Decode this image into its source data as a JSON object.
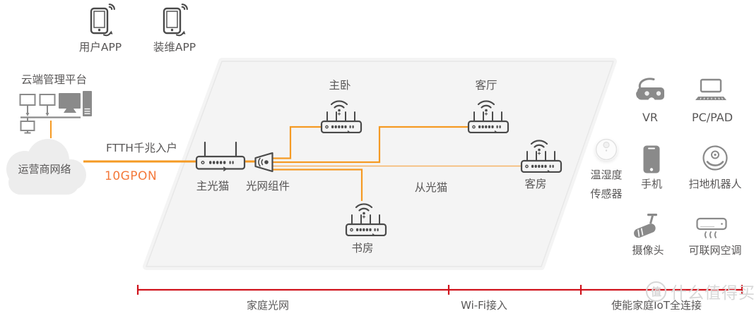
{
  "colors": {
    "accent_orange": "#F59A23",
    "orange_light_line": "#F6B266",
    "orange_text": "#F4793B",
    "bracket_red": "#D0121B",
    "text_gray": "#595757",
    "icon_gray": "#8A8A8A",
    "icon_dark": "#4A4A4A",
    "panel_gray": "#F4F4F4",
    "cloud_gray": "#EDEDED",
    "watermark_gray": "#D7D7D7"
  },
  "apps": {
    "user": {
      "label": "用户APP"
    },
    "installer": {
      "label": "装维APP"
    }
  },
  "cloud_platform": {
    "label": "云端管理平台"
  },
  "operator_network": {
    "label": "运营商网络"
  },
  "access": {
    "ftth_label": "FTTH千兆入户",
    "pon_label": "10GPON"
  },
  "home": {
    "main_modem": "主光猫",
    "splitter": "光网组件",
    "slave_modem": "从光猫",
    "rooms": {
      "master": "主卧",
      "living": "客厅",
      "guest": "客房",
      "study": "书房"
    }
  },
  "devices": {
    "vr": "VR",
    "pc_pad": "PC/PAD",
    "sensor_line1": "温湿度",
    "sensor_line2": "传感器",
    "phone": "手机",
    "vacuum": "扫地机器人",
    "camera": "摄像头",
    "ac": "可联网空调"
  },
  "bracket": {
    "seg1": "家庭光网",
    "seg2": "Wi-Fi接入",
    "seg3": "使能家庭IoT全连接"
  },
  "watermark": {
    "logo": "值",
    "text": "什么值得买"
  }
}
